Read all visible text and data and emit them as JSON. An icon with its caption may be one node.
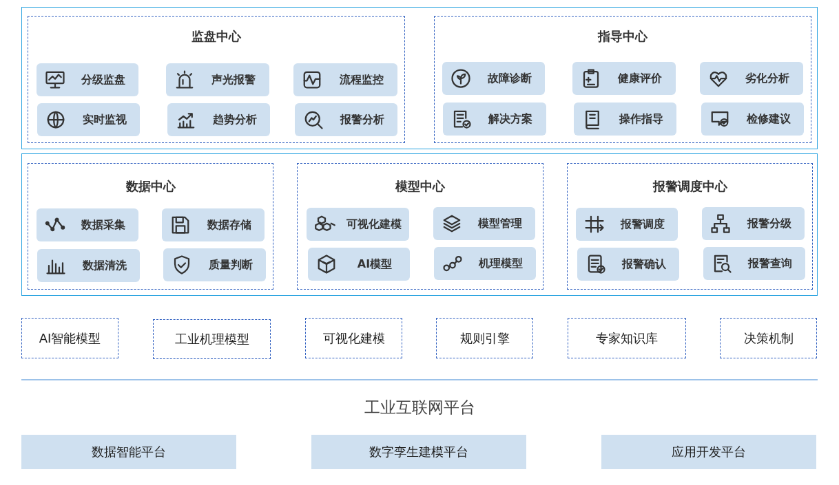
{
  "diagram": {
    "nodes": [
      {
        "text": [],
        "shape": "box"
      },
      {
        "text": [
          "监盘中心"
        ],
        "in": 0
      },
      {
        "text": [
          "分级监盘"
        ],
        "in": 1
      },
      {
        "text": [
          "声光报警"
        ],
        "in": 1
      },
      {
        "text": [
          "流程监控"
        ],
        "in": 1
      },
      {
        "text": [
          "实时监视"
        ],
        "in": 1
      },
      {
        "text": [
          "趋势分析"
        ],
        "in": 1
      },
      {
        "text": [
          "报警分析"
        ],
        "in": 1
      },
      {
        "text": [
          "指导中心"
        ],
        "in": 0
      },
      {
        "text": [
          "故障诊断"
        ],
        "in": 8
      },
      {
        "text": [
          "健康评价"
        ],
        "in": 8
      },
      {
        "text": [
          "劣化分析"
        ],
        "in": 8
      },
      {
        "text": [
          "解决方案"
        ],
        "in": 8
      },
      {
        "text": [
          "操作指导"
        ],
        "in": 8
      },
      {
        "text": [
          "检修建议"
        ],
        "in": 8
      },
      {
        "text": [],
        "shape": "box"
      },
      {
        "text": [
          "数据中心"
        ],
        "in": 15
      },
      {
        "text": [
          "数据采集"
        ],
        "in": 16
      },
      {
        "text": [
          "数据存储"
        ],
        "in": 16
      },
      {
        "text": [
          "数据清洗"
        ],
        "in": 16
      },
      {
        "text": [
          "质量判断"
        ],
        "in": 16
      },
      {
        "text": [
          "模型中心"
        ],
        "in": 15
      },
      {
        "text": [
          "可视化建模"
        ],
        "in": 21
      },
      {
        "text": [
          "模型管理"
        ],
        "in": 21
      },
      {
        "text": [
          "AI模型"
        ],
        "in": 21
      },
      {
        "text": [
          "机理模型"
        ],
        "in": 21
      },
      {
        "text": [
          "报警调度中心"
        ],
        "in": 15
      },
      {
        "text": [
          "报警调度"
        ],
        "in": 26
      },
      {
        "text": [
          "报警分级"
        ],
        "in": 26
      },
      {
        "text": [
          "报警确认"
        ],
        "in": 26
      },
      {
        "text": [
          "报警查询"
        ],
        "in": 26
      },
      {
        "text": [
          "AI智能模型"
        ]
      },
      {
        "text": [
          "工业机理模型"
        ]
      },
      {
        "text": [
          "可视化建模"
        ]
      },
      {
        "text": [
          "规则引擎"
        ]
      },
      {
        "text": [
          "专家知识库"
        ]
      },
      {
        "text": [
          "决策机制"
        ]
      },
      {
        "text": [
          "数据智能平台"
        ]
      },
      {
        "text": [
          "数字孪生建模平台"
        ]
      },
      {
        "text": [
          "应用开发平台"
        ]
      }
    ],
    "labels": [
      "工业互联网平台"
    ]
  }
}
